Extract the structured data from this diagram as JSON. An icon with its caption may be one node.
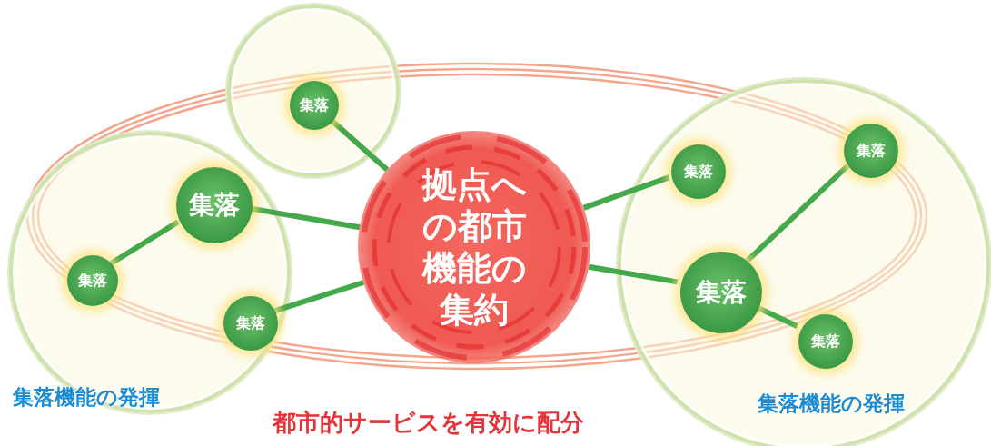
{
  "diagram": {
    "nodes": [
      {
        "text": [],
        "shape": "circle"
      },
      {
        "text": [
          "集落"
        ],
        "in": 0
      },
      {
        "text": [
          "集落機能の発揮"
        ]
      },
      {
        "text": [
          "集落"
        ],
        "in": 2
      },
      {
        "text": [
          "集落"
        ],
        "in": 2
      },
      {
        "text": [
          "集落"
        ],
        "in": 2
      },
      {
        "text": [
          "拠点への都市機能の集約"
        ]
      },
      {
        "text": [
          "集落機能の発揮"
        ]
      },
      {
        "text": [
          "集落"
        ],
        "in": 7
      },
      {
        "text": [
          "集落"
        ],
        "in": 7
      },
      {
        "text": [
          "集落"
        ],
        "in": 7
      },
      {
        "text": [
          "集落"
        ],
        "in": 7
      }
    ],
    "edges": [
      {
        "from": 6,
        "to": 1,
        "arrow": "none"
      },
      {
        "from": 6,
        "to": 3,
        "arrow": "none"
      },
      {
        "from": 3,
        "to": 4,
        "arrow": "none"
      },
      {
        "from": 6,
        "to": 5,
        "arrow": "none"
      },
      {
        "from": 6,
        "to": 8,
        "arrow": "none"
      },
      {
        "from": 6,
        "to": 10,
        "arrow": "none"
      },
      {
        "from": 10,
        "to": 9,
        "arrow": "none"
      },
      {
        "from": 10,
        "to": 11,
        "arrow": "none"
      }
    ],
    "labels": [
      "都市的サービスを有効に配分"
    ]
  }
}
